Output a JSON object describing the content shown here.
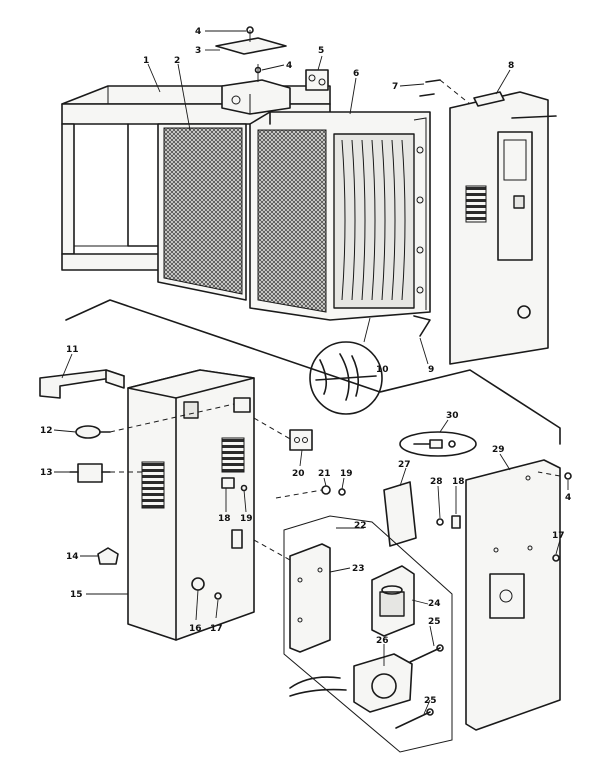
{
  "callouts": [
    {
      "id": "c1",
      "text": "1"
    },
    {
      "id": "c2",
      "text": "2"
    },
    {
      "id": "c3",
      "text": "3"
    },
    {
      "id": "c4a",
      "text": "4"
    },
    {
      "id": "c4b",
      "text": "4"
    },
    {
      "id": "c5",
      "text": "5"
    },
    {
      "id": "c6",
      "text": "6"
    },
    {
      "id": "c7",
      "text": "7"
    },
    {
      "id": "c8",
      "text": "8"
    },
    {
      "id": "c9",
      "text": "9"
    },
    {
      "id": "c10",
      "text": "10"
    },
    {
      "id": "c11",
      "text": "11"
    },
    {
      "id": "c12",
      "text": "12"
    },
    {
      "id": "c13",
      "text": "13"
    },
    {
      "id": "c14",
      "text": "14"
    },
    {
      "id": "c15",
      "text": "15"
    },
    {
      "id": "c16",
      "text": "16"
    },
    {
      "id": "c17a",
      "text": "17"
    },
    {
      "id": "c17b",
      "text": "17"
    },
    {
      "id": "c18a",
      "text": "18"
    },
    {
      "id": "c18b",
      "text": "18"
    },
    {
      "id": "c19a",
      "text": "19"
    },
    {
      "id": "c19b",
      "text": "19"
    },
    {
      "id": "c20",
      "text": "20"
    },
    {
      "id": "c21",
      "text": "21"
    },
    {
      "id": "c22",
      "text": "22"
    },
    {
      "id": "c23",
      "text": "23"
    },
    {
      "id": "c24",
      "text": "24"
    },
    {
      "id": "c25a",
      "text": "25"
    },
    {
      "id": "c25b",
      "text": "25"
    },
    {
      "id": "c26",
      "text": "26"
    },
    {
      "id": "c27",
      "text": "27"
    },
    {
      "id": "c28",
      "text": "28"
    },
    {
      "id": "c29",
      "text": "29"
    },
    {
      "id": "c30",
      "text": "30"
    },
    {
      "id": "c4c",
      "text": "4"
    }
  ]
}
